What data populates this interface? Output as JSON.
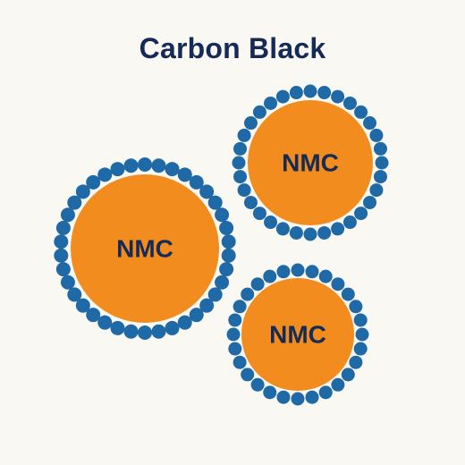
{
  "diagram": {
    "title": "Carbon Black",
    "colors": {
      "background": "#faf8f3",
      "core": "#f28c1e",
      "coating": "#1f6aa6",
      "text": "#152a55"
    },
    "particles": [
      {
        "label": "NMC"
      },
      {
        "label": "NMC"
      },
      {
        "label": "NMC"
      }
    ]
  }
}
